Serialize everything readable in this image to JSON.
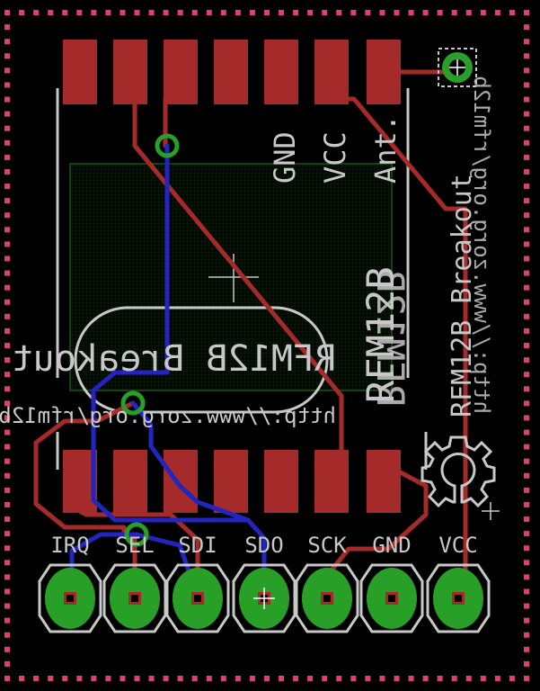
{
  "board": {
    "background": "#000000",
    "colors": {
      "copper_top": "#a52a2a",
      "copper_bottom": "#2424c0",
      "silkscreen": "#c8c8c8",
      "via": "#28a028",
      "keepout": "#e04070",
      "module_outline": "#2a7a2a",
      "tdocu": "#b4b4b4"
    }
  },
  "labels": {
    "module_gnd": "GND",
    "module_vcc": "VCC",
    "module_ant": "Ant.",
    "module_name": "RFM12B",
    "board_title": "RFM12B Breakout",
    "board_url": "http://www.zorg.org/rfm12b",
    "title_mirrored": "RFM12B Breakout",
    "url_mirrored": "http://www.zorg.org/rfm12b",
    "module_name_mirrored": "RFM12B"
  },
  "pins": [
    {
      "label": "IRQ"
    },
    {
      "label": "SEL"
    },
    {
      "label": "SDI"
    },
    {
      "label": "SDO"
    },
    {
      "label": "SCK"
    },
    {
      "label": "GND"
    },
    {
      "label": "VCC"
    }
  ],
  "icons": {
    "oshw_logo": "gear-icon",
    "origin_cross": "crosshair-icon",
    "antenna_pad": "antenna-icon"
  }
}
